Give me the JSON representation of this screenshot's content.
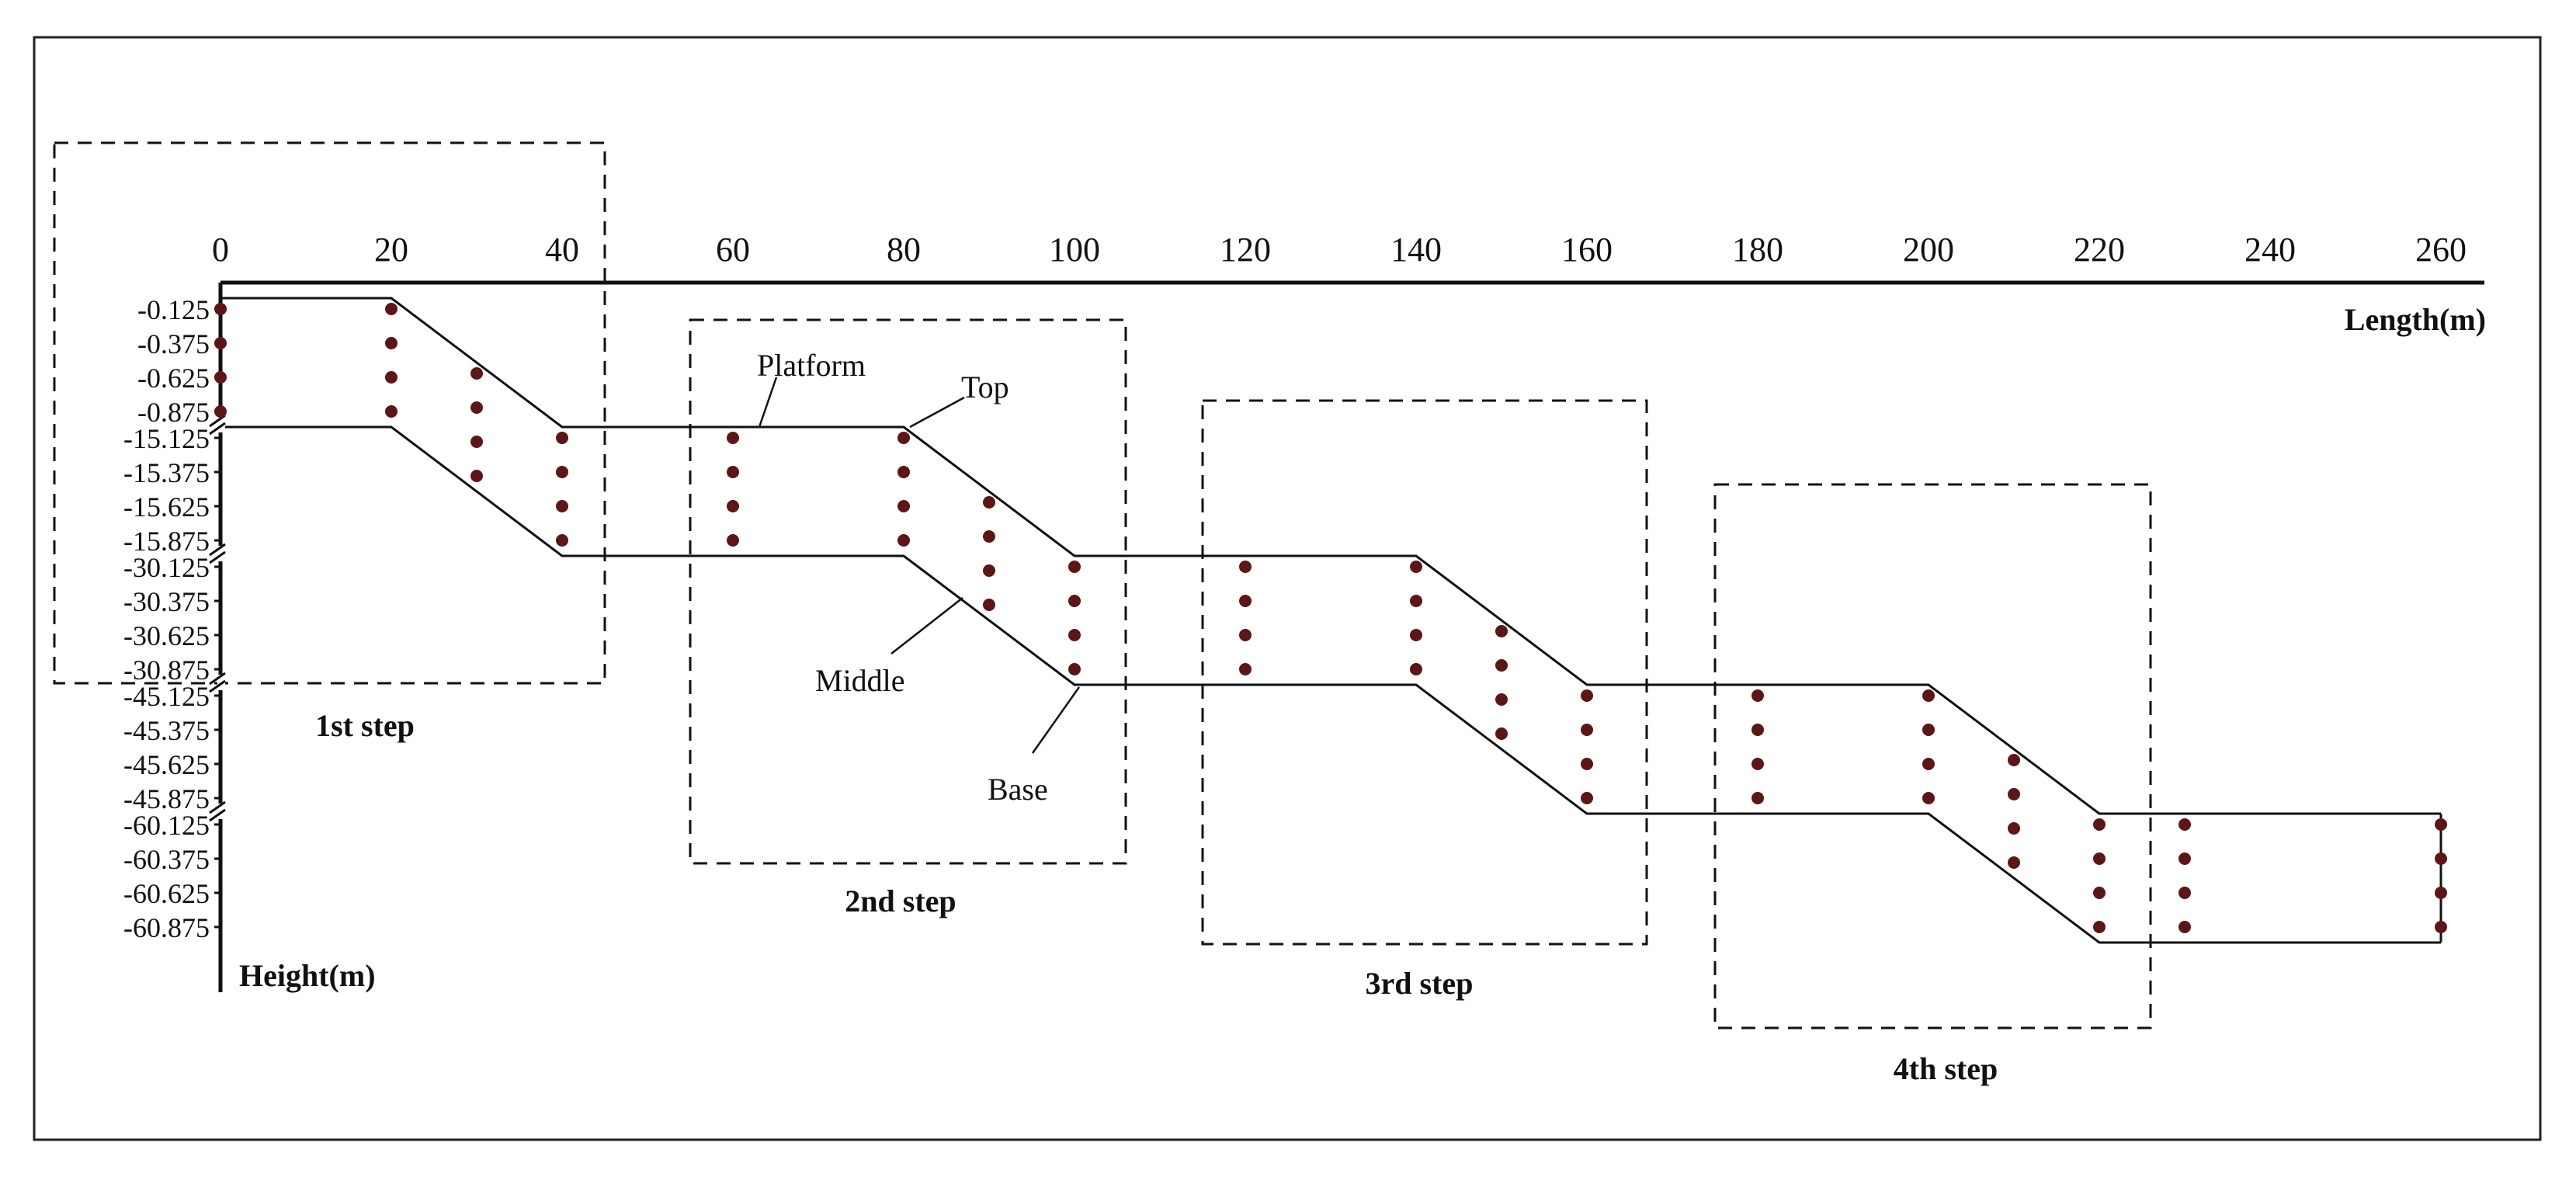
{
  "chart_data": {
    "type": "diagram",
    "xlabel": "Length(m)",
    "ylabel": "Height(m)",
    "x_ticks": [
      0,
      20,
      40,
      60,
      80,
      100,
      120,
      140,
      160,
      180,
      200,
      220,
      240,
      260
    ],
    "xlim": [
      0,
      260
    ],
    "y_groups": [
      [
        "-0.125",
        "-0.375",
        "-0.625",
        "-0.875"
      ],
      [
        "-15.125",
        "-15.375",
        "-15.625",
        "-15.875"
      ],
      [
        "-30.125",
        "-30.375",
        "-30.625",
        "-30.875"
      ],
      [
        "-45.125",
        "-45.375",
        "-45.625",
        "-45.875"
      ],
      [
        "-60.125",
        "-60.375",
        "-60.625",
        "-60.875"
      ]
    ],
    "annotations": {
      "platform": "Platform",
      "top": "Top",
      "middle": "Middle",
      "base": "Base"
    },
    "steps": [
      {
        "label": "1st step",
        "x_range": [
          -20,
          45
        ]
      },
      {
        "label": "2nd step",
        "x_range": [
          55,
          106
        ]
      },
      {
        "label": "3rd step",
        "x_range": [
          115,
          167
        ]
      },
      {
        "label": "4th step",
        "x_range": [
          175,
          226
        ]
      }
    ],
    "monitoring_points_x": [
      0,
      20,
      30,
      40,
      60,
      80,
      90,
      100,
      120,
      140,
      150,
      160,
      180,
      200,
      210,
      220,
      230,
      260
    ],
    "colors": {
      "line": "#111111",
      "point": "#5c1616"
    }
  }
}
